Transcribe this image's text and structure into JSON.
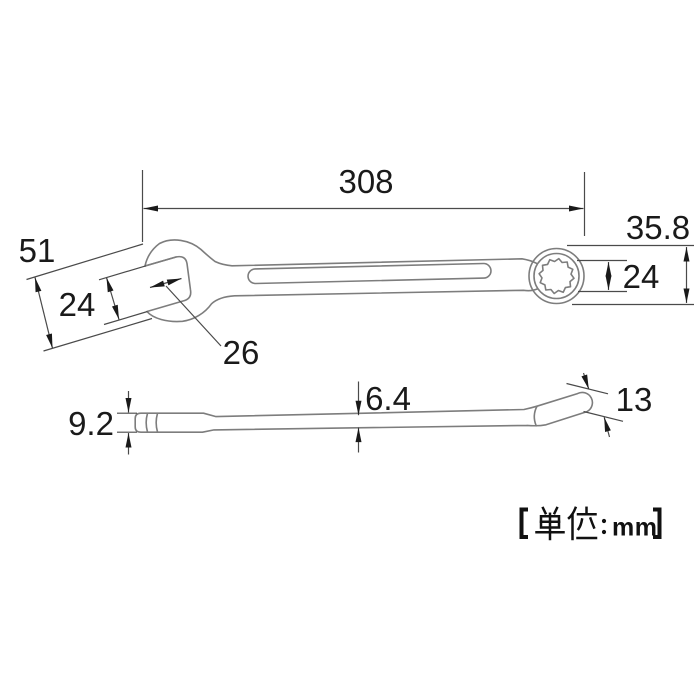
{
  "diagram": {
    "type": "technical dimensional drawing",
    "subject": "combination wrench (open end + 12-point ring end), top view and side view",
    "unit_note": "【単位：mm】",
    "unit_note_latin": "mm",
    "colors": {
      "background": "#ffffff",
      "outline": "#7d7d7d",
      "dimension_line": "#4a4a4a",
      "text": "#1a1a1a"
    },
    "top_view": {
      "labels": {
        "overall_length": "308",
        "head_width": "51",
        "jaw_opening": "24",
        "jaw_depth": "26",
        "ring_outer_width": "35.8",
        "ring_bore": "24"
      }
    },
    "side_view": {
      "labels": {
        "open_end_thickness": "9.2",
        "shank_thickness": "6.4",
        "ring_end_thickness": "13"
      }
    }
  }
}
